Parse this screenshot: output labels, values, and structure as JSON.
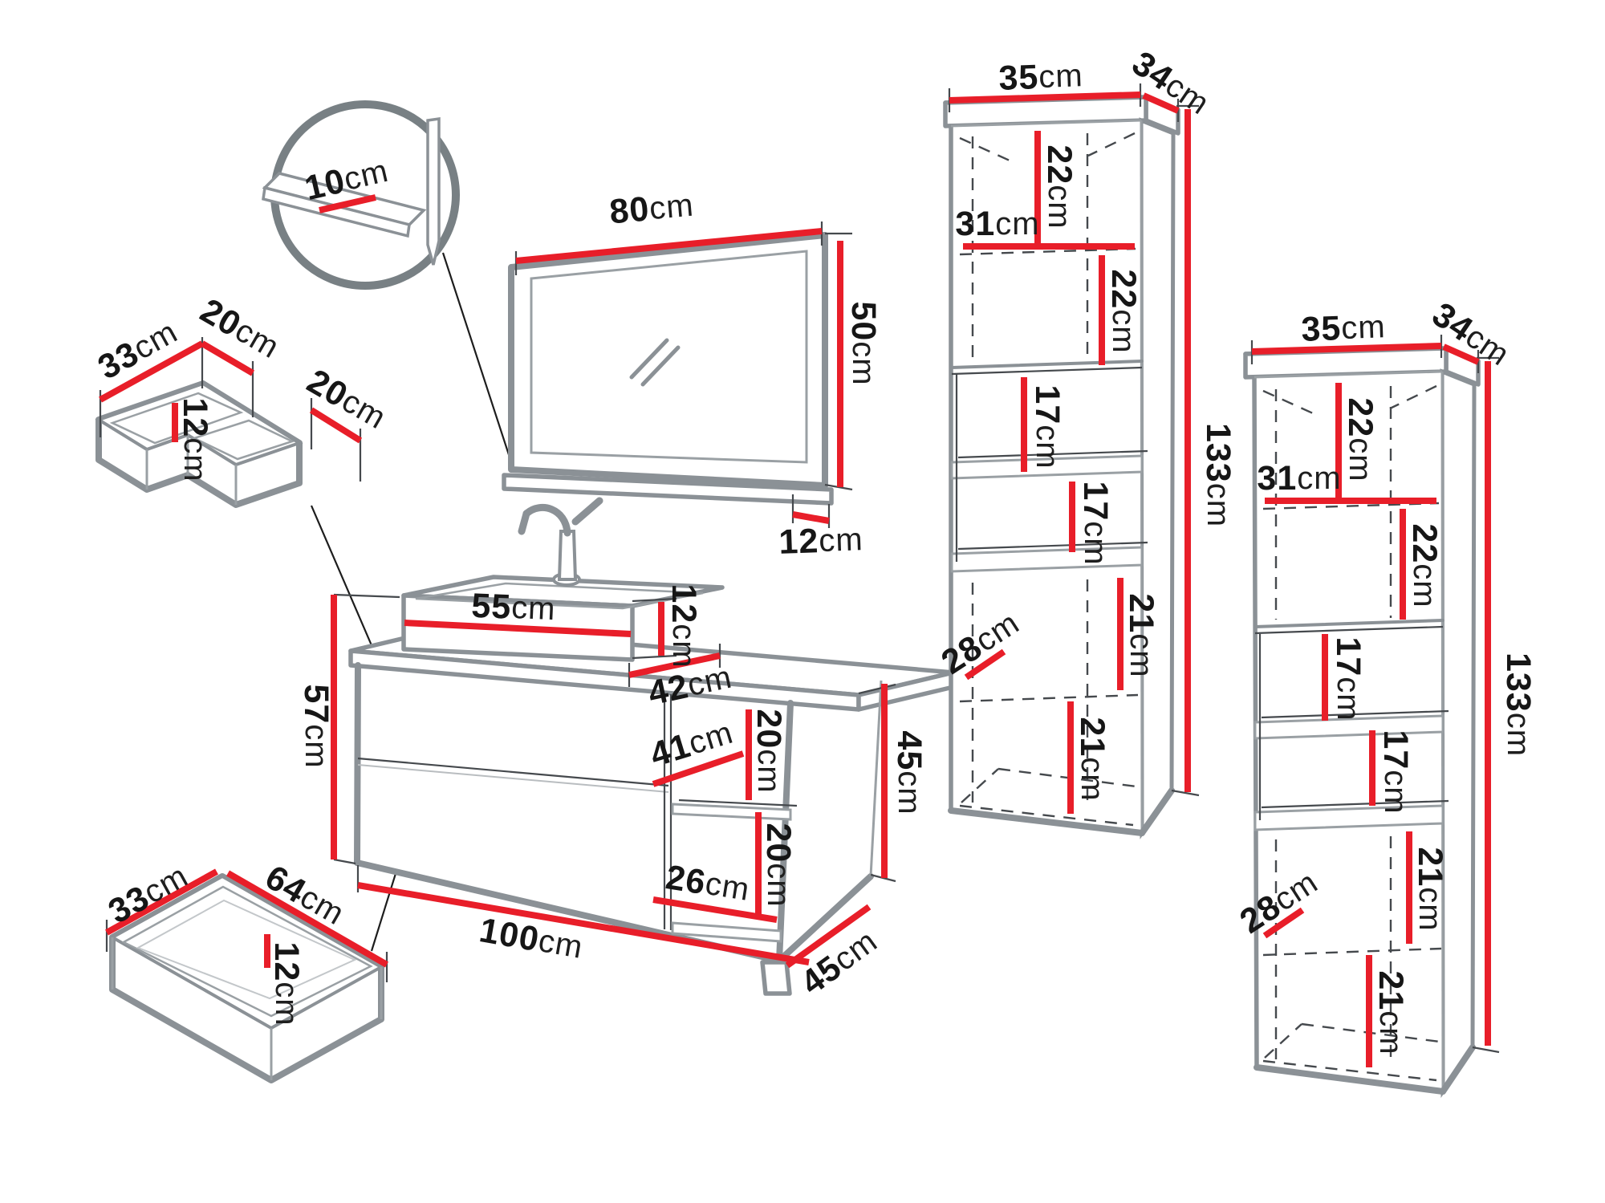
{
  "diagram": {
    "unit": "cm",
    "colors": {
      "dimension_red": "#e81e29",
      "outline_gray": "#8b9196",
      "text_dark": "#161616"
    }
  },
  "dims": {
    "detail_10": {
      "value": "10",
      "unit": "cm"
    },
    "organizer_33": {
      "value": "33",
      "unit": "cm"
    },
    "organizer_top_20": {
      "value": "20",
      "unit": "cm"
    },
    "organizer_12": {
      "value": "12",
      "unit": "cm"
    },
    "organizer_right_20": {
      "value": "20",
      "unit": "cm"
    },
    "mirror_80": {
      "value": "80",
      "unit": "cm"
    },
    "mirror_50": {
      "value": "50",
      "unit": "cm"
    },
    "mirror_shelf_12": {
      "value": "12",
      "unit": "cm"
    },
    "sink_55": {
      "value": "55",
      "unit": "cm"
    },
    "sink_12": {
      "value": "12",
      "unit": "cm"
    },
    "vanity_42": {
      "value": "42",
      "unit": "cm"
    },
    "vanity_57": {
      "value": "57",
      "unit": "cm"
    },
    "vanity_41": {
      "value": "41",
      "unit": "cm"
    },
    "vanity_20_upper": {
      "value": "20",
      "unit": "cm"
    },
    "vanity_20_lower": {
      "value": "20",
      "unit": "cm"
    },
    "vanity_26": {
      "value": "26",
      "unit": "cm"
    },
    "vanity_100": {
      "value": "100",
      "unit": "cm"
    },
    "vanity_45_height": {
      "value": "45",
      "unit": "cm"
    },
    "vanity_45_depth": {
      "value": "45",
      "unit": "cm"
    },
    "drawer_33": {
      "value": "33",
      "unit": "cm"
    },
    "drawer_64": {
      "value": "64",
      "unit": "cm"
    },
    "drawer_12": {
      "value": "12",
      "unit": "cm"
    },
    "cab_l_35": {
      "value": "35",
      "unit": "cm"
    },
    "cab_l_34": {
      "value": "34",
      "unit": "cm"
    },
    "cab_l_22_top": {
      "value": "22",
      "unit": "cm"
    },
    "cab_l_31": {
      "value": "31",
      "unit": "cm"
    },
    "cab_l_22_second": {
      "value": "22",
      "unit": "cm"
    },
    "cab_l_17_upper": {
      "value": "17",
      "unit": "cm"
    },
    "cab_l_17_lower": {
      "value": "17",
      "unit": "cm"
    },
    "cab_l_21_upper": {
      "value": "21",
      "unit": "cm"
    },
    "cab_l_28": {
      "value": "28",
      "unit": "cm"
    },
    "cab_l_21_lower": {
      "value": "21",
      "unit": "cm"
    },
    "cab_l_133": {
      "value": "133",
      "unit": "cm"
    },
    "cab_r_35": {
      "value": "35",
      "unit": "cm"
    },
    "cab_r_34": {
      "value": "34",
      "unit": "cm"
    },
    "cab_r_22_top": {
      "value": "22",
      "unit": "cm"
    },
    "cab_r_31": {
      "value": "31",
      "unit": "cm"
    },
    "cab_r_22_second": {
      "value": "22",
      "unit": "cm"
    },
    "cab_r_17_upper": {
      "value": "17",
      "unit": "cm"
    },
    "cab_r_17_lower": {
      "value": "17",
      "unit": "cm"
    },
    "cab_r_21_upper": {
      "value": "21",
      "unit": "cm"
    },
    "cab_r_28": {
      "value": "28",
      "unit": "cm"
    },
    "cab_r_21_lower": {
      "value": "21",
      "unit": "cm"
    },
    "cab_r_133": {
      "value": "133",
      "unit": "cm"
    }
  }
}
